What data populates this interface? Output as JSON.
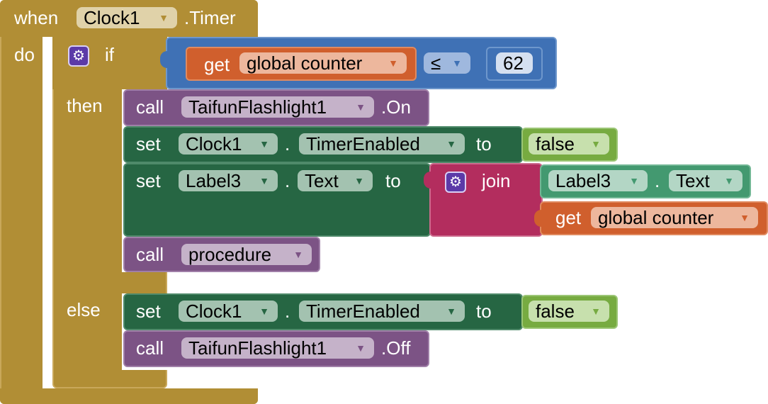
{
  "event": {
    "when_label": "when",
    "component": "Clock1",
    "event_name": ".Timer",
    "do_label": "do"
  },
  "if_block": {
    "if_label": "if",
    "then_label": "then",
    "else_label": "else",
    "mutator_icon": "gear-icon"
  },
  "condition": {
    "get_label": "get",
    "variable": "global counter",
    "operator": "≤",
    "number": "62"
  },
  "then_statements": {
    "call1": {
      "call_label": "call",
      "component": "TaifunFlashlight1",
      "method": ".On"
    },
    "set1": {
      "set_label": "set",
      "component": "Clock1",
      "dot": ".",
      "property": "TimerEnabled",
      "to_label": "to",
      "value": "false"
    },
    "set2": {
      "set_label": "set",
      "component": "Label3",
      "dot": ".",
      "property": "Text",
      "to_label": "to",
      "join_label": "join",
      "join_icon": "gear-icon",
      "join_item1": {
        "component": "Label3",
        "dot": ".",
        "property": "Text"
      },
      "join_item2": {
        "get_label": "get",
        "variable": "global counter"
      }
    },
    "call2": {
      "call_label": "call",
      "procedure": "procedure"
    }
  },
  "else_statements": {
    "set1": {
      "set_label": "set",
      "component": "Clock1",
      "dot": ".",
      "property": "TimerEnabled",
      "to_label": "to",
      "value": "false"
    },
    "call1": {
      "call_label": "call",
      "component": "TaifunFlashlight1",
      "method": ".Off"
    }
  },
  "colors": {
    "event": "#b18e35",
    "control": "#b18e35",
    "math": "#3f71b5",
    "variable": "#d05f2d",
    "component_call": "#7c5385",
    "component_set": "#266643",
    "logic": "#77ab41",
    "text": "#b32d5e",
    "component_get": "#439970"
  }
}
